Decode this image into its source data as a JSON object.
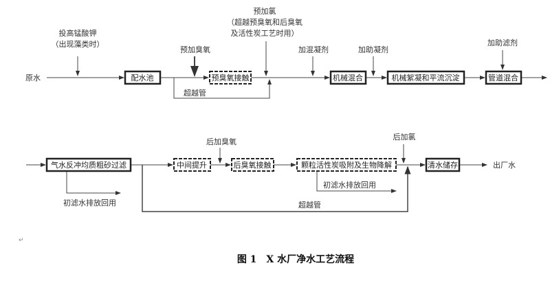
{
  "row1": {
    "source": "原水",
    "kmno4": [
      "投高锰酸钾",
      "（出现藻类时）"
    ],
    "pre_ozone_add": "预加臭氧",
    "pre_chlorine": [
      "预加氯",
      "（超越预臭氧和后臭氧",
      "及活性炭工艺时用）"
    ],
    "coagulant": "加混凝剂",
    "coag_aid": "加助凝剂",
    "filter_aid": "加助滤剂",
    "bypass": "超越管",
    "boxes": [
      "配水池",
      "预臭氧接触",
      "机械混合",
      "机械絮凝和平流沉淀",
      "管道混合"
    ]
  },
  "row2": {
    "post_ozone_add": "后加臭氧",
    "post_chlorine": "后加氯",
    "initial_filtrate_1": "初滤水排放回用",
    "initial_filtrate_2": "初滤水排放回用",
    "bypass": "超越管",
    "product": "出厂水",
    "boxes": [
      "气水反冲均质粗砂过滤",
      "中间提升",
      "后臭氧接触",
      "颗粒活性炭吸附及生物降解",
      "清水储存"
    ]
  },
  "caption": "图 1　X 水厂净水工艺流程",
  "marks": {
    "para": "↵"
  }
}
